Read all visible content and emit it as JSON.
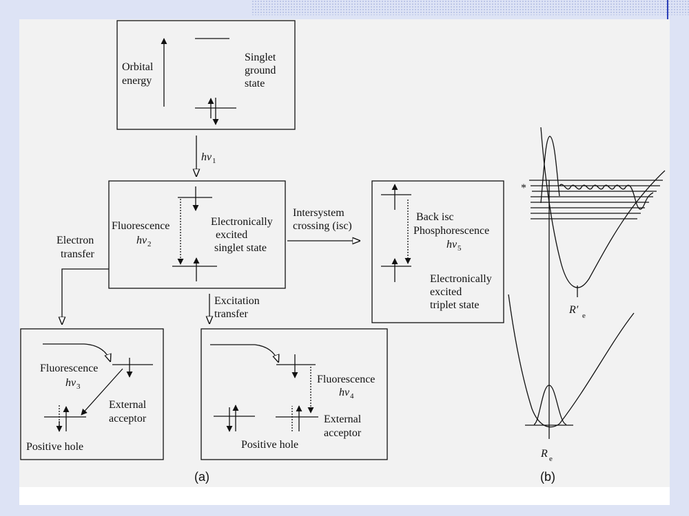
{
  "labels": {
    "orbital_energy": [
      "Orbital",
      "energy"
    ],
    "singlet_ground": [
      "Singlet",
      "ground",
      "state"
    ],
    "hv1": "hν",
    "hv1_sub": "1",
    "fluorescence_top": "Fluorescence",
    "hv2": "hν",
    "hv2_sub": "2",
    "electronically_excited_singlet": [
      "Electronically",
      "excited",
      "singlet state"
    ],
    "intersystem_crossing": [
      "Intersystem",
      "crossing (isc)"
    ],
    "back_isc": "Back isc",
    "phosphorescence": "Phosphorescence",
    "hv5": "hν",
    "hv5_sub": "5",
    "electronically_excited_triplet": [
      "Electronically",
      "excited",
      "triplet state"
    ],
    "electron_transfer": [
      "Electron",
      "transfer"
    ],
    "excitation_transfer": [
      "Excitation",
      "transfer"
    ],
    "fluorescence_left": "Fluorescence",
    "hv3": "hν",
    "hv3_sub": "3",
    "external_acceptor_left": [
      "External",
      "acceptor"
    ],
    "positive_hole_left": "Positive hole",
    "fluorescence_right": "Fluorescence",
    "hv4": "hν",
    "hv4_sub": "4",
    "external_acceptor_right": [
      "External",
      "acceptor"
    ],
    "positive_hole_right": "Positive hole",
    "star": "*",
    "re_prime": "R′",
    "re_prime_sub": "e",
    "re": "R",
    "re_sub": "e",
    "caption_a": "(a)",
    "caption_b": "(b)"
  }
}
